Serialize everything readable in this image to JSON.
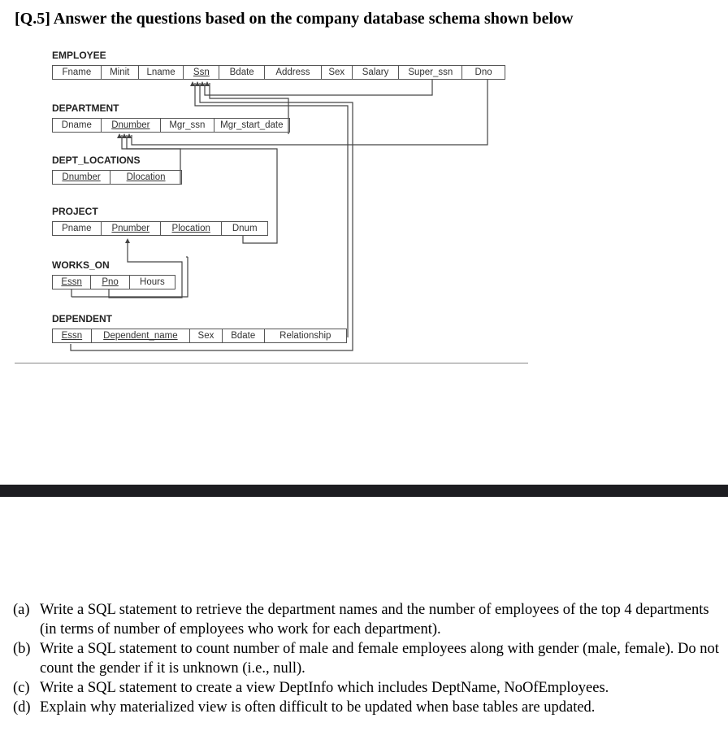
{
  "title": "[Q.5] Answer the questions based on the company database schema shown below",
  "schema": {
    "employee": {
      "name": "EMPLOYEE",
      "attrs": [
        "Fname",
        "Minit",
        "Lname",
        "Ssn",
        "Bdate",
        "Address",
        "Sex",
        "Salary",
        "Super_ssn",
        "Dno"
      ]
    },
    "department": {
      "name": "DEPARTMENT",
      "attrs": [
        "Dname",
        "Dnumber",
        "Mgr_ssn",
        "Mgr_start_date"
      ]
    },
    "dept_locations": {
      "name": "DEPT_LOCATIONS",
      "attrs": [
        "Dnumber",
        "Dlocation"
      ]
    },
    "project": {
      "name": "PROJECT",
      "attrs": [
        "Pname",
        "Pnumber",
        "Plocation",
        "Dnum"
      ]
    },
    "works_on": {
      "name": "WORKS_ON",
      "attrs": [
        "Essn",
        "Pno",
        "Hours"
      ]
    },
    "dependent": {
      "name": "DEPENDENT",
      "attrs": [
        "Essn",
        "Dependent_name",
        "Sex",
        "Bdate",
        "Relationship"
      ]
    }
  },
  "questions": [
    {
      "label": "(a)",
      "text": "Write a SQL statement to retrieve the department names and the number of employees of the top 4 departments (in terms of number of employees who work for each department)."
    },
    {
      "label": "(b)",
      "text": "Write a SQL statement to count number of male and female employees along with gender (male, female). Do not count the gender if it is unknown (i.e., null)."
    },
    {
      "label": "(c)",
      "text": "Write a SQL statement to create a view DeptInfo which includes DeptName, NoOfEmployees."
    },
    {
      "label": "(d)",
      "text": "Explain why materialized view is often difficult to be updated when base tables are updated."
    }
  ]
}
